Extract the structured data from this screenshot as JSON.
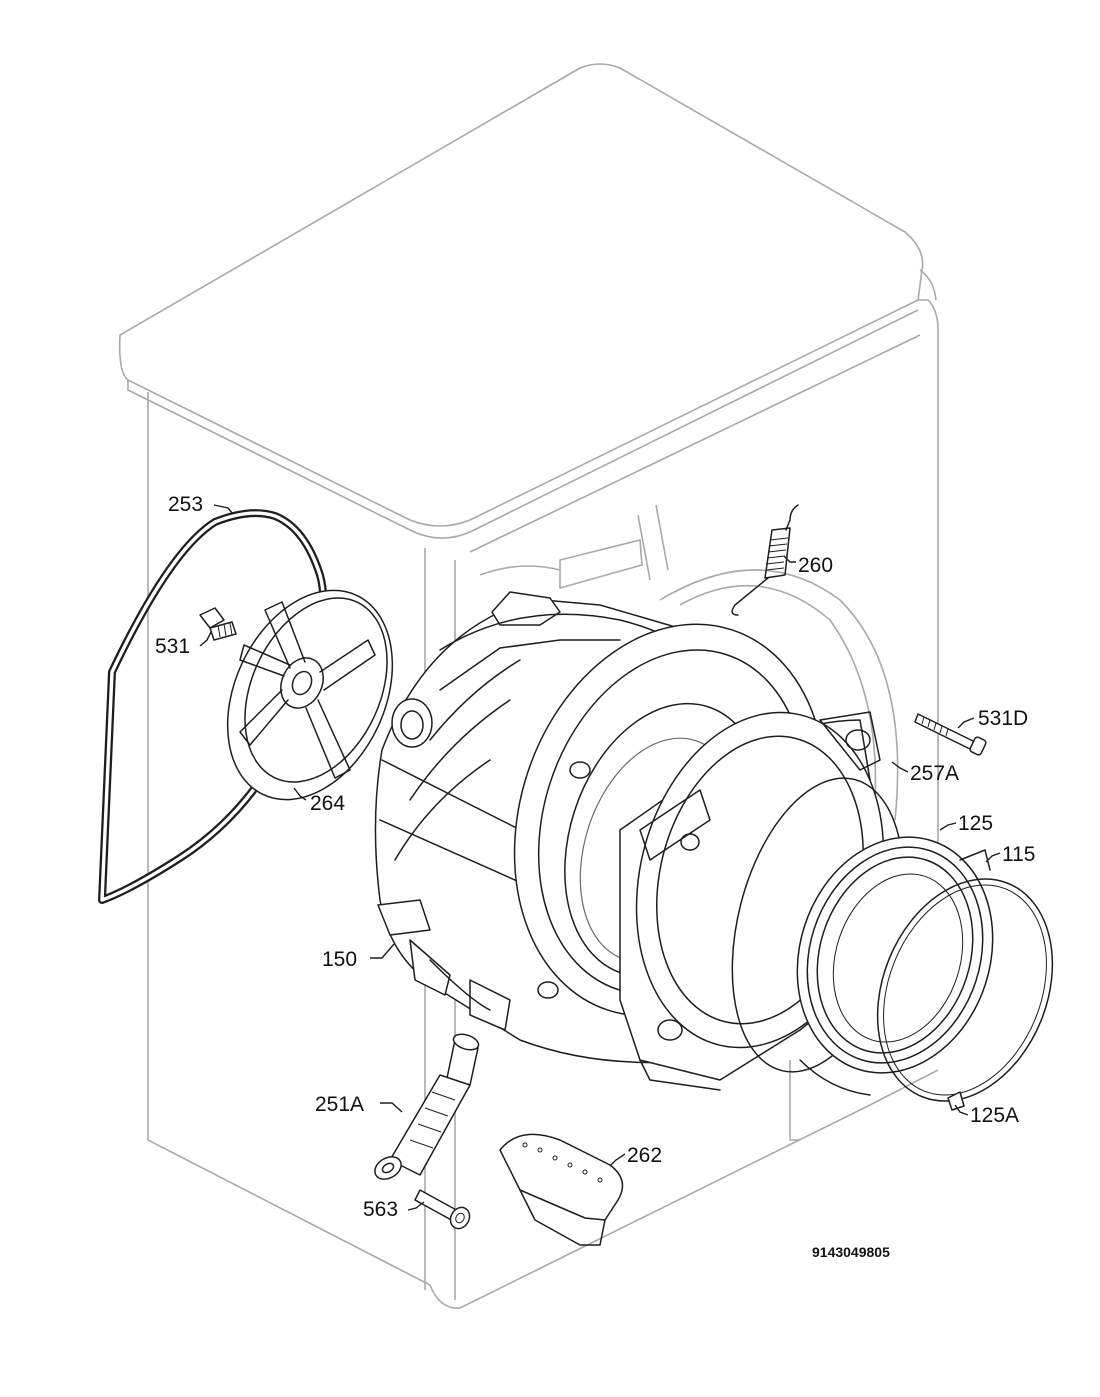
{
  "labels": {
    "belt": "253",
    "pulley_screw": "531",
    "pulley": "264",
    "spring": "260",
    "drum_bolt": "531D",
    "tub_front": "257A",
    "clamp_outer": "125",
    "door_seal": "115",
    "tub": "150",
    "shock_absorber": "251A",
    "clamp_inner": "125A",
    "paddle": "262",
    "pin": "563"
  },
  "diagram_code": "9143049805"
}
